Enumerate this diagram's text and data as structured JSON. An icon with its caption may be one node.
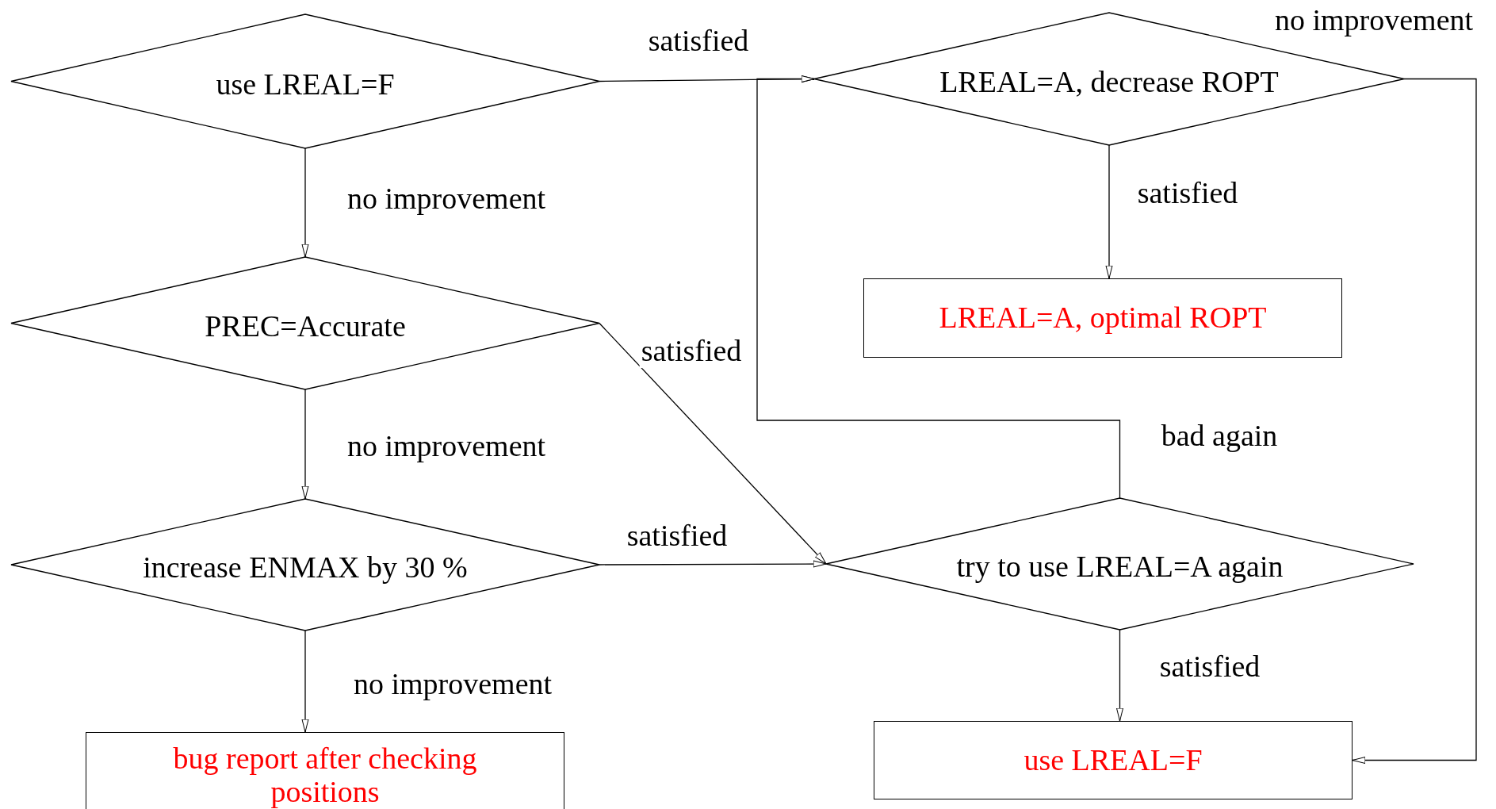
{
  "diagram": {
    "nodes": [
      {
        "text": [
          "use LREAL=F"
        ]
      },
      {
        "text": [
          "LREAL=A, decrease ROPT"
        ]
      },
      {
        "text": [
          "LREAL=A, optimal ROPT"
        ]
      },
      {
        "text": [
          "PREC=Accurate"
        ]
      },
      {
        "text": [
          "increase ENMAX by 30 %"
        ]
      },
      {
        "text": [
          "try to use LREAL=A again"
        ]
      },
      {
        "text": [
          "bug report after checking positions"
        ]
      },
      {
        "text": [
          "use LREAL=F"
        ]
      }
    ],
    "edges": [
      {
        "from": 0,
        "to": 1,
        "arrow": "to",
        "label": "satisfied"
      },
      {
        "from": 0,
        "to": 3,
        "arrow": "to",
        "label": "no improvement"
      },
      {
        "from": 1,
        "to": 2,
        "arrow": "to",
        "label": "satisfied"
      },
      {
        "from": 1,
        "to": 7,
        "arrow": "to",
        "label": "no improvement"
      },
      {
        "from": 3,
        "to": 5,
        "arrow": "to",
        "label": "satisfied"
      },
      {
        "from": 3,
        "to": 4,
        "arrow": "to",
        "label": "no improvement"
      },
      {
        "from": 4,
        "to": 5,
        "arrow": "to",
        "label": "satisfied"
      },
      {
        "from": 5,
        "to": 1,
        "arrow": "to",
        "label": "bad again"
      },
      {
        "from": 4,
        "to": 6,
        "arrow": "to",
        "label": "no improvement"
      },
      {
        "from": 5,
        "to": 7,
        "arrow": "to",
        "label": "satisfied"
      }
    ]
  }
}
